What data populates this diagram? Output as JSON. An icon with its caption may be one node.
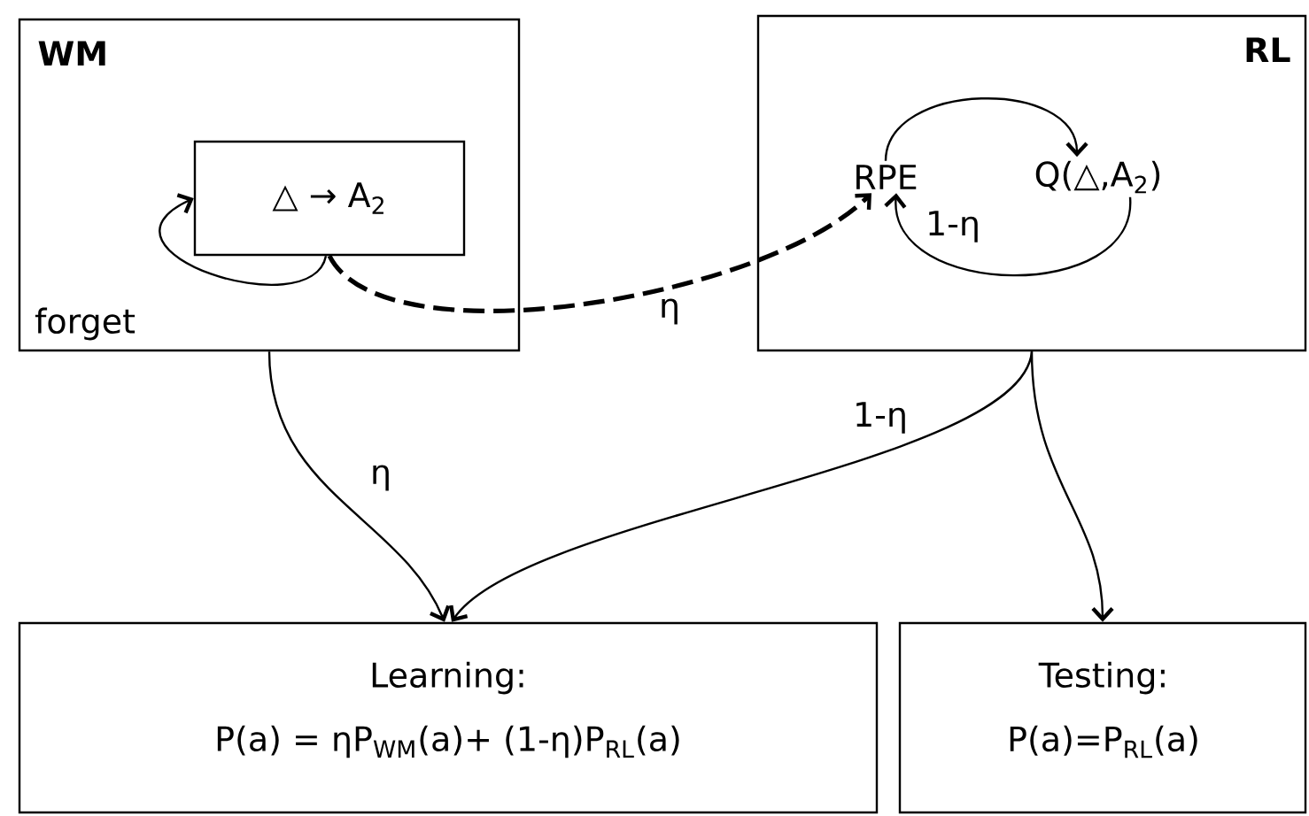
{
  "diagram": {
    "nodes": [
      {
        "text": [
          "WM"
        ]
      },
      {
        "text": [
          "△ → A$_{2}$"
        ],
        "in": 0
      },
      {
        "text": [
          "RL"
        ]
      },
      {
        "text": [
          "RPE"
        ],
        "in": 2
      },
      {
        "text": [
          "Q(△,A$_{2}$)"
        ],
        "in": 2
      },
      {
        "text": [
          "Learning:",
          "P(a) = ηP$_{WM}$(a)+ (1-η)P$_{RL}$(a)"
        ]
      },
      {
        "text": [
          "Testing:",
          "P(a)=P$_{RL}$(a)"
        ]
      }
    ],
    "edges": [
      {
        "from": 1,
        "to": 1,
        "arrow": "to",
        "label": "forget"
      },
      {
        "from": 1,
        "to": 3,
        "arrow": "to",
        "label": "η",
        "style": "dashed"
      },
      {
        "from": 3,
        "to": 4,
        "arrow": "to"
      },
      {
        "from": 4,
        "to": 3,
        "arrow": "to",
        "label": "1-η"
      },
      {
        "from": 0,
        "to": 5,
        "arrow": "to",
        "label": "η"
      },
      {
        "from": 2,
        "to": 5,
        "arrow": "to",
        "label": "1-η"
      },
      {
        "from": 2,
        "to": 6,
        "arrow": "to"
      }
    ]
  }
}
